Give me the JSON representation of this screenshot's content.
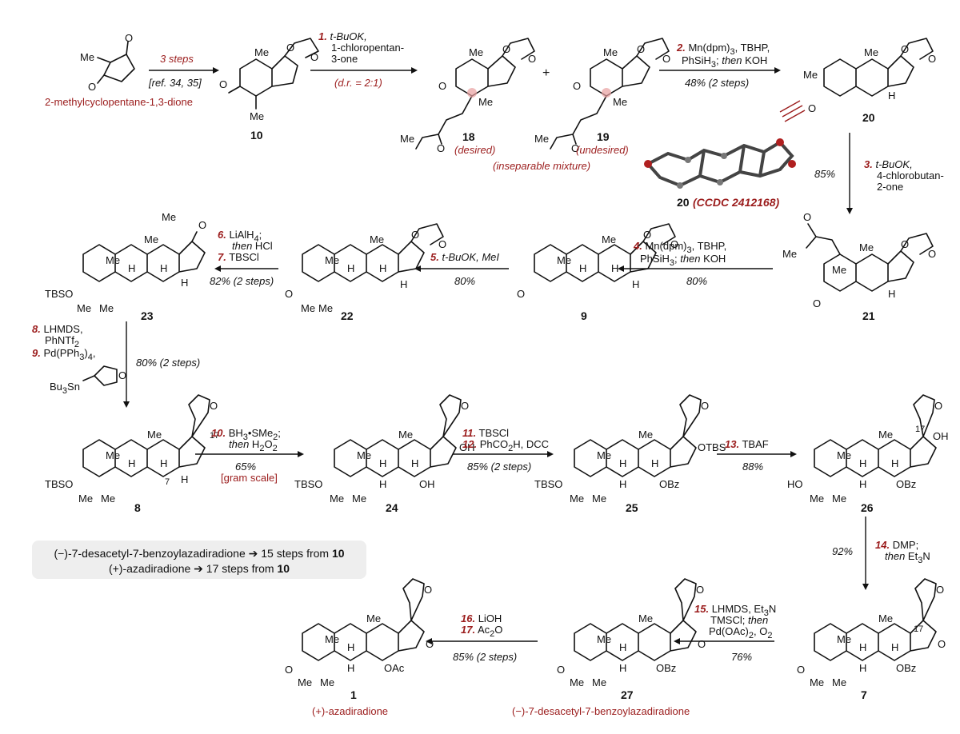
{
  "colors": {
    "accent_red": "#9b1c1c",
    "summary_box": "#eeeeee"
  },
  "compounds": {
    "sm_name": "2-methylcyclopentane-1,3-dione",
    "c10": "10",
    "c18": "18",
    "c19": "19",
    "c20": "20",
    "c21": "21",
    "c9": "9",
    "c22": "22",
    "c23": "23",
    "c8": "8",
    "c24": "24",
    "c25": "25",
    "c26": "26",
    "c7": "7",
    "c27": "27",
    "c1": "1",
    "desired": "(desired)",
    "undesired": "(undesired)",
    "inseparable": "(inseparable mixture)",
    "xray_num": "20",
    "xray_ccdc": "(CCDC 2412168)",
    "name_1": "(+)-azadiradione",
    "name_27": "(−)-7-desacetyl-7-benzoylazadiradione"
  },
  "steps": {
    "a1": "3 steps",
    "a1b": "[ref. 34, 35]",
    "s1num": "1.",
    "s1a": "t-BuOK,",
    "s1b": "1-chloropentan-",
    "s1c": "3-one",
    "s1y": "(d.r. = 2:1)",
    "plus": "+",
    "s2num": "2.",
    "s2a": "Mn(dpm)",
    "s2a_sub": "3",
    "s2a2": ", TBHP,",
    "s2b": "PhSiH",
    "s2b_sub": "3",
    "s2b2": "; ",
    "s2b3": "then",
    "s2b4": " KOH",
    "s2y": "48% (2 steps)",
    "s3num": "3.",
    "s3a": "t-BuOK,",
    "s3b": "4-chlorobutan-",
    "s3c": "2-one",
    "s3y": "85%",
    "s4num": "4.",
    "s4a": "Mn(dpm)",
    "s4a_sub": "3",
    "s4a2": ", TBHP,",
    "s4b": "PhSiH",
    "s4b_sub": "3",
    "s4b2": "; ",
    "s4b3": "then",
    "s4b4": " KOH",
    "s4y": "80%",
    "s5num": "5.",
    "s5a": "t-BuOK, MeI",
    "s5y": "80%",
    "s6num": "6.",
    "s6a": "LiAlH",
    "s6a_sub": "4",
    "s6a2": ";",
    "s6b": "then",
    "s6b2": " HCl",
    "s7num": "7.",
    "s7a": "TBSCl",
    "s67y": "82% (2 steps)",
    "s8num": "8.",
    "s8a": "LHMDS,",
    "s8b": "PhNTf",
    "s8b_sub": "2",
    "s9num": "9.",
    "s9a": "Pd(PPh",
    "s9a_sub": "3",
    "s9a2": ")",
    "s9a_sub2": "4",
    "s9a3": ",",
    "s89y": "80% (2 steps)",
    "s10num": "10.",
    "s10a": "BH",
    "s10a_sub": "3",
    "s10a2": "•SMe",
    "s10a_sub2": "2",
    "s10a3": ";",
    "s10b": "then",
    "s10b2": " H",
    "s10b_sub": "2",
    "s10b3": "O",
    "s10b_sub2": "2",
    "s10y": "65%",
    "s10y2": "[gram scale]",
    "s11num": "11.",
    "s11a": "TBSCl",
    "s12num": "12.",
    "s12a": "PhCO",
    "s12a_sub": "2",
    "s12a2": "H, DCC",
    "s1112y": "85% (2 steps)",
    "s13num": "13.",
    "s13a": "TBAF",
    "s13y": "88%",
    "s14num": "14.",
    "s14a": "DMP;",
    "s14b": "then",
    "s14b2": " Et",
    "s14b_sub": "3",
    "s14b3": "N",
    "s14y": "92%",
    "s15num": "15.",
    "s15a": "LHMDS, Et",
    "s15a_sub": "3",
    "s15a2": "N",
    "s15b": "TMSCl; ",
    "s15b2": "then",
    "s15c": "Pd(OAc)",
    "s15c_sub": "2",
    "s15c2": ", O",
    "s15c_sub2": "2",
    "s15y": "76%",
    "s16num": "16.",
    "s16a": "LiOH",
    "s17num": "17.",
    "s17a": "Ac",
    "s17a_sub": "2",
    "s17a2": "O",
    "s1617y": "85% (2 steps)"
  },
  "summary": {
    "line1a": "(−)-7-desacetyl-7-benzoylazadiradione ➔ 15 steps from ",
    "line1b": "10",
    "line2a": "(+)-azadiradione ➔ 17 steps from ",
    "line2b": "10"
  },
  "atoms": {
    "Me": "Me",
    "O": "O",
    "H": "H",
    "OH": "OH",
    "OBz": "OBz",
    "OAc": "OAc",
    "OTBS": "OTBS",
    "TBSO": "TBSO",
    "HO": "HO",
    "Bu3Sn": "Bu",
    "Bu3Sn_sub": "3",
    "Bu3Sn_b": "Sn",
    "n17": "17",
    "n7": "7"
  }
}
